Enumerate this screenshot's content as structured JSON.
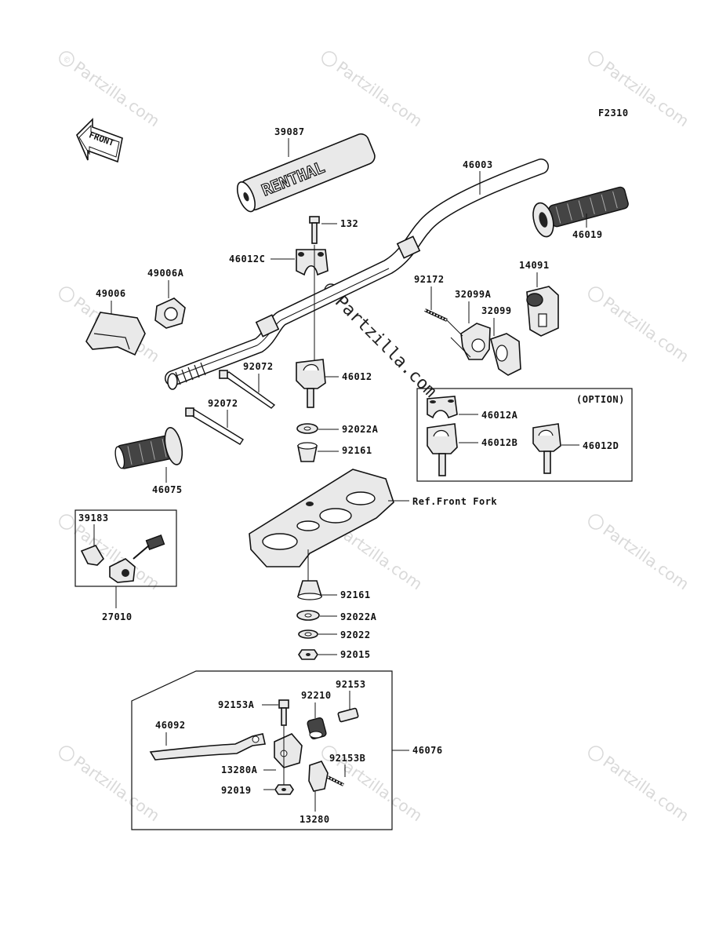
{
  "diagram": {
    "code": "F2310",
    "front_label": "FRONT",
    "option_label": "(OPTION)",
    "ref_label": "Ref.Front Fork",
    "pad_text": "RENTHAL",
    "watermark": "Partzilla.com",
    "copyright_symbol": "©",
    "center_watermark": "Partzilla.com"
  },
  "labels": {
    "p39087": "39087",
    "p46003": "46003",
    "p46019": "46019",
    "p132": "132",
    "p46012C": "46012C",
    "p49006A": "49006A",
    "p49006": "49006",
    "p92172": "92172",
    "p32099A": "32099A",
    "p32099": "32099",
    "p14091": "14091",
    "p92072a": "92072",
    "p92072b": "92072",
    "p46012": "46012",
    "p46012A": "46012A",
    "p46012B": "46012B",
    "p46012D": "46012D",
    "p92022A_top": "92022A",
    "p92161_top": "92161",
    "p46075": "46075",
    "p39183": "39183",
    "p27010": "27010",
    "p92161_bot": "92161",
    "p92022A_bot": "92022A",
    "p92022": "92022",
    "p92015": "92015",
    "p92153": "92153",
    "p92210": "92210",
    "p92153A": "92153A",
    "p46092": "46092",
    "p46076": "46076",
    "p92153B": "92153B",
    "p13280A": "13280A",
    "p92019": "92019",
    "p13280": "13280"
  }
}
